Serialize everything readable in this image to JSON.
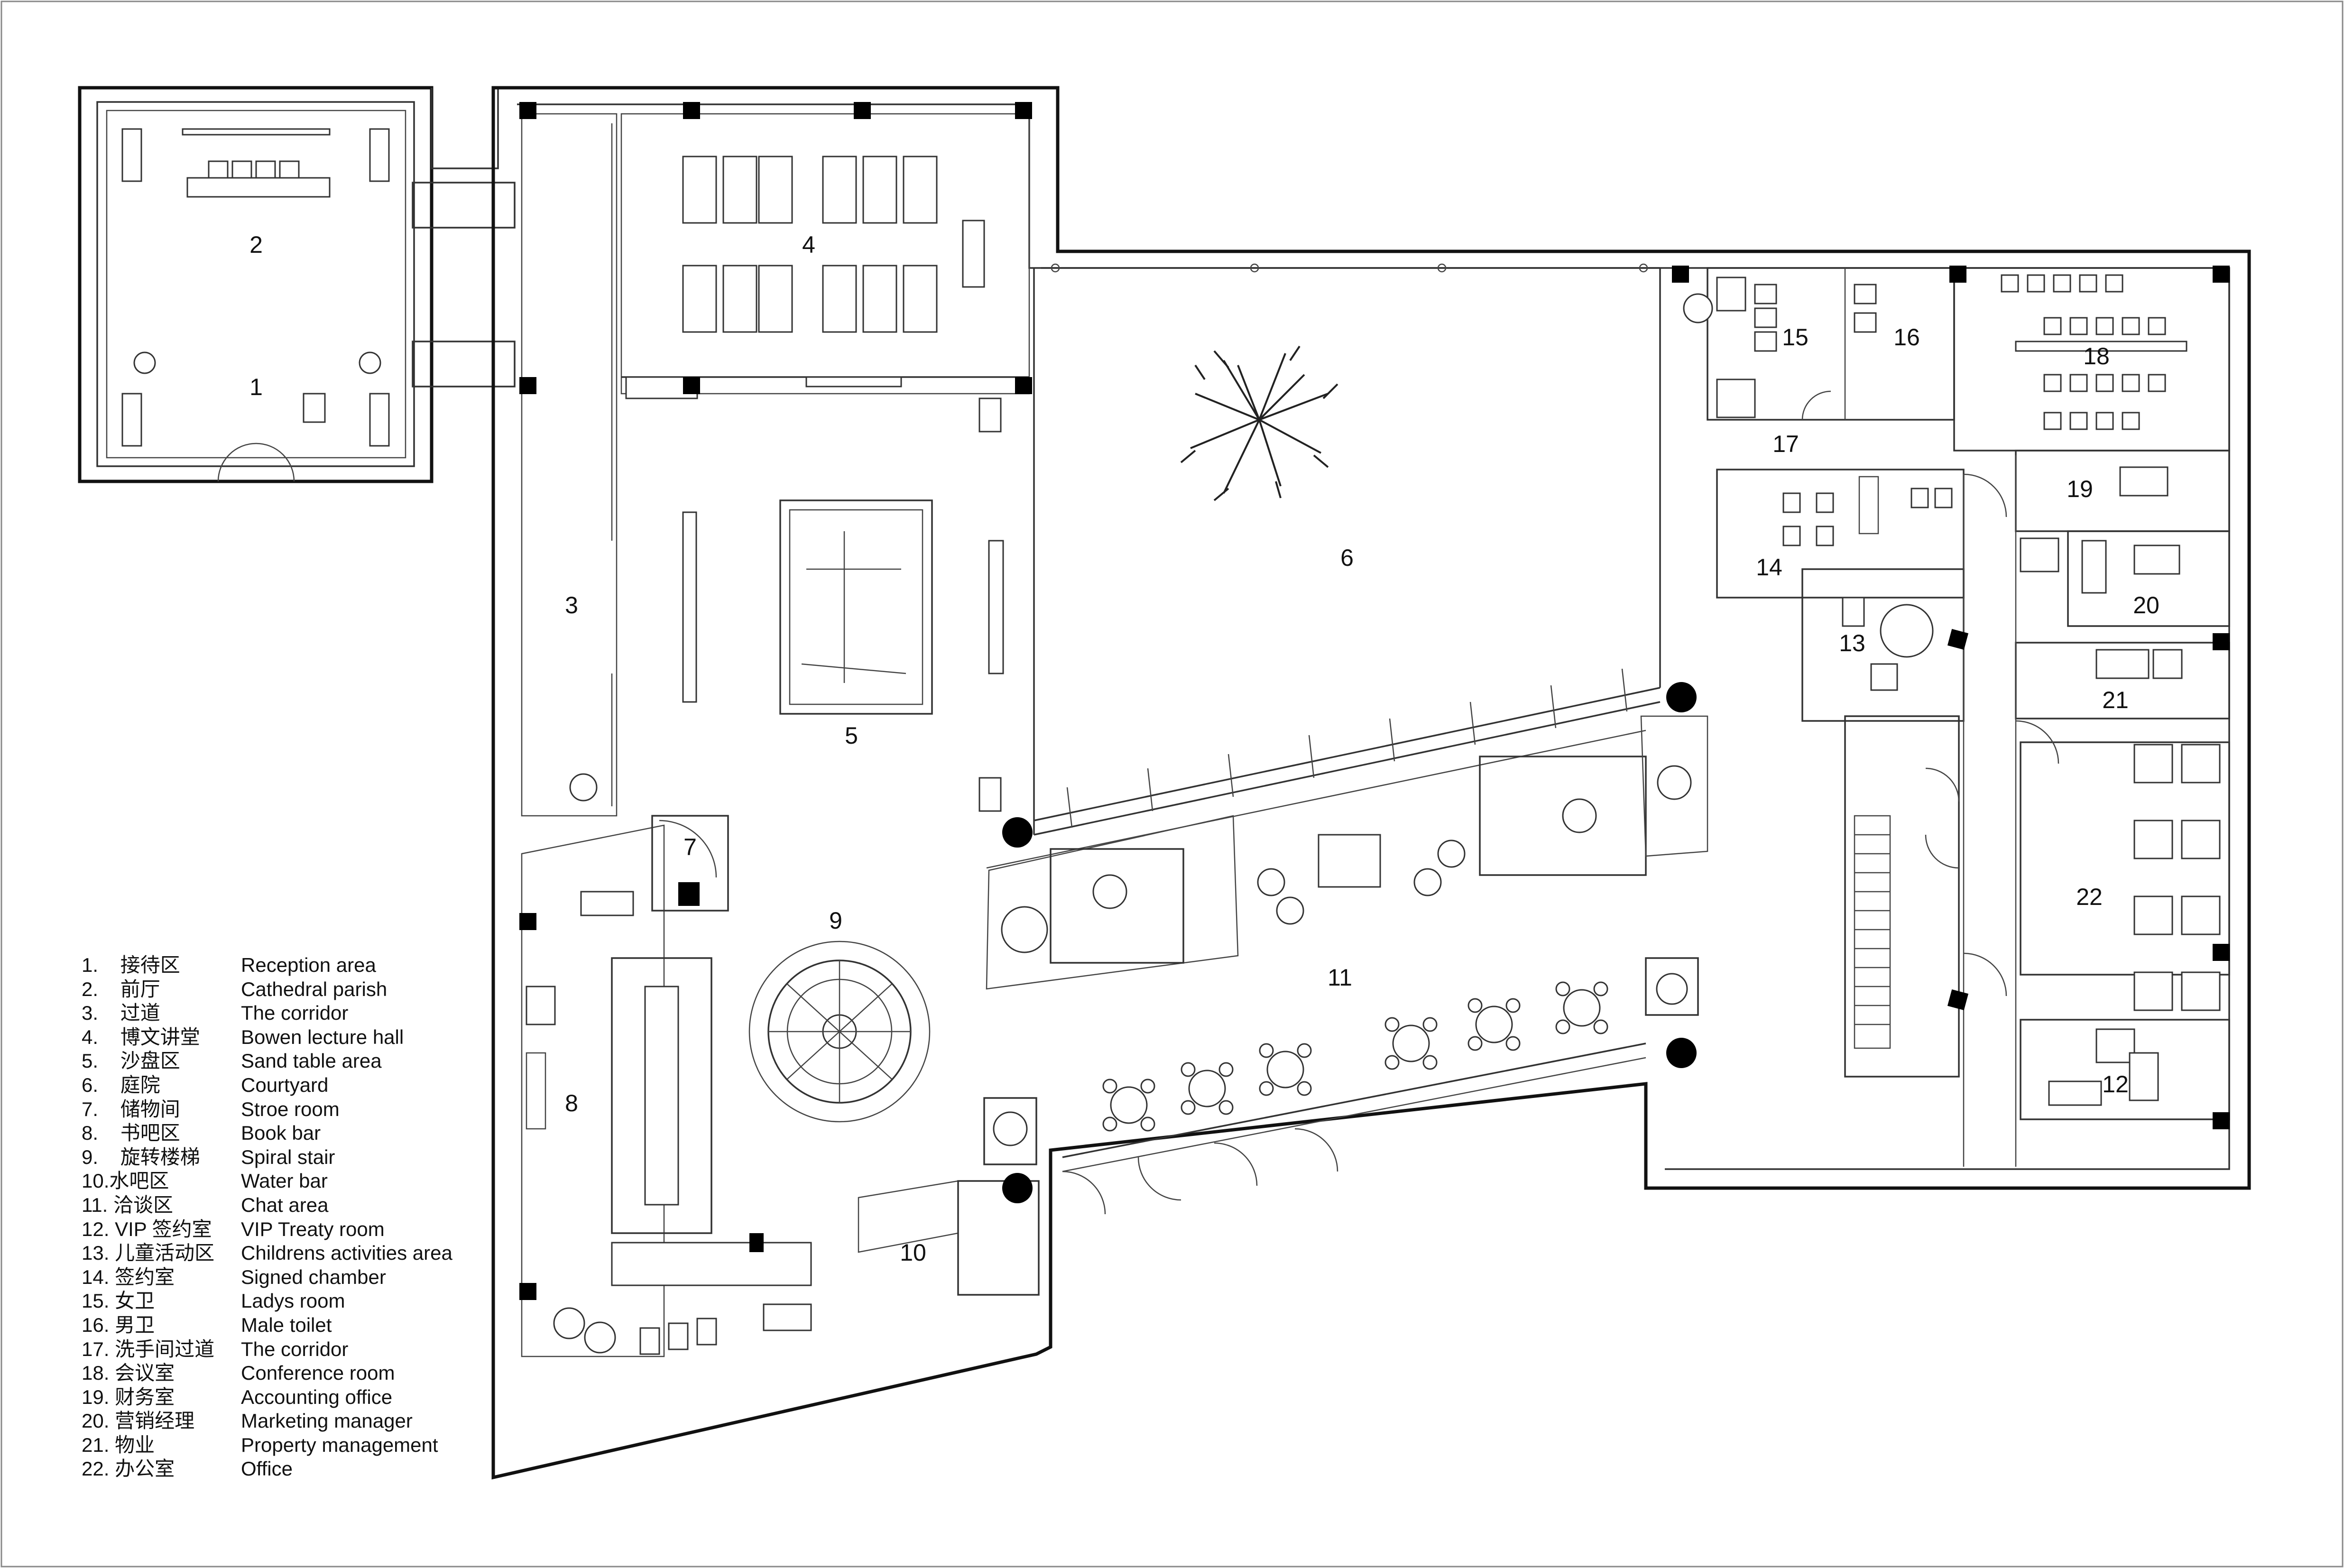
{
  "rooms": [
    {
      "id": "1",
      "cn": "接待区",
      "en": "Reception area"
    },
    {
      "id": "2",
      "cn": "前厅",
      "en": "Cathedral parish"
    },
    {
      "id": "3",
      "cn": "过道",
      "en": "The corridor"
    },
    {
      "id": "4",
      "cn": "博文讲堂",
      "en": "Bowen lecture hall"
    },
    {
      "id": "5",
      "cn": "沙盘区",
      "en": "Sand table area"
    },
    {
      "id": "6",
      "cn": "庭院",
      "en": "Courtyard"
    },
    {
      "id": "7",
      "cn": "储物间",
      "en": "Stroe room"
    },
    {
      "id": "8",
      "cn": "书吧区",
      "en": "Book bar"
    },
    {
      "id": "9",
      "cn": "旋转楼梯",
      "en": "Spiral stair"
    },
    {
      "id": "10",
      "cn": "水吧区",
      "en": "Water bar"
    },
    {
      "id": "11",
      "cn": "洽谈区",
      "en": "Chat area"
    },
    {
      "id": "12",
      "cn": "VIP 签约室",
      "en": "VIP Treaty room"
    },
    {
      "id": "13",
      "cn": "儿童活动区",
      "en": "Childrens activities area"
    },
    {
      "id": "14",
      "cn": "签约室",
      "en": "Signed chamber"
    },
    {
      "id": "15",
      "cn": "女卫",
      "en": "Ladys room"
    },
    {
      "id": "16",
      "cn": "男卫",
      "en": "Male toilet"
    },
    {
      "id": "17",
      "cn": "洗手间过道",
      "en": "The corridor"
    },
    {
      "id": "18",
      "cn": "会议室",
      "en": "Conference room"
    },
    {
      "id": "19",
      "cn": "财务室",
      "en": "Accounting office"
    },
    {
      "id": "20",
      "cn": "营销经理",
      "en": "Marketing manager"
    },
    {
      "id": "21",
      "cn": "物业",
      "en": "Property management"
    },
    {
      "id": "22",
      "cn": "办公室",
      "en": "Office"
    }
  ],
  "legend_prefix": {
    "1": "1.",
    "2": "2.",
    "3": "3.",
    "4": "4.",
    "5": "5.",
    "6": "6.",
    "7": "7.",
    "8": "8.",
    "9": "9.",
    "10": "10.",
    "11": "11.",
    "12": "12.",
    "13": "13.",
    "14": "14.",
    "15": "15.",
    "16": "16.",
    "17": "17.",
    "18": "18.",
    "19": "19.",
    "20": "20.",
    "21": "21.",
    "22": "22."
  }
}
